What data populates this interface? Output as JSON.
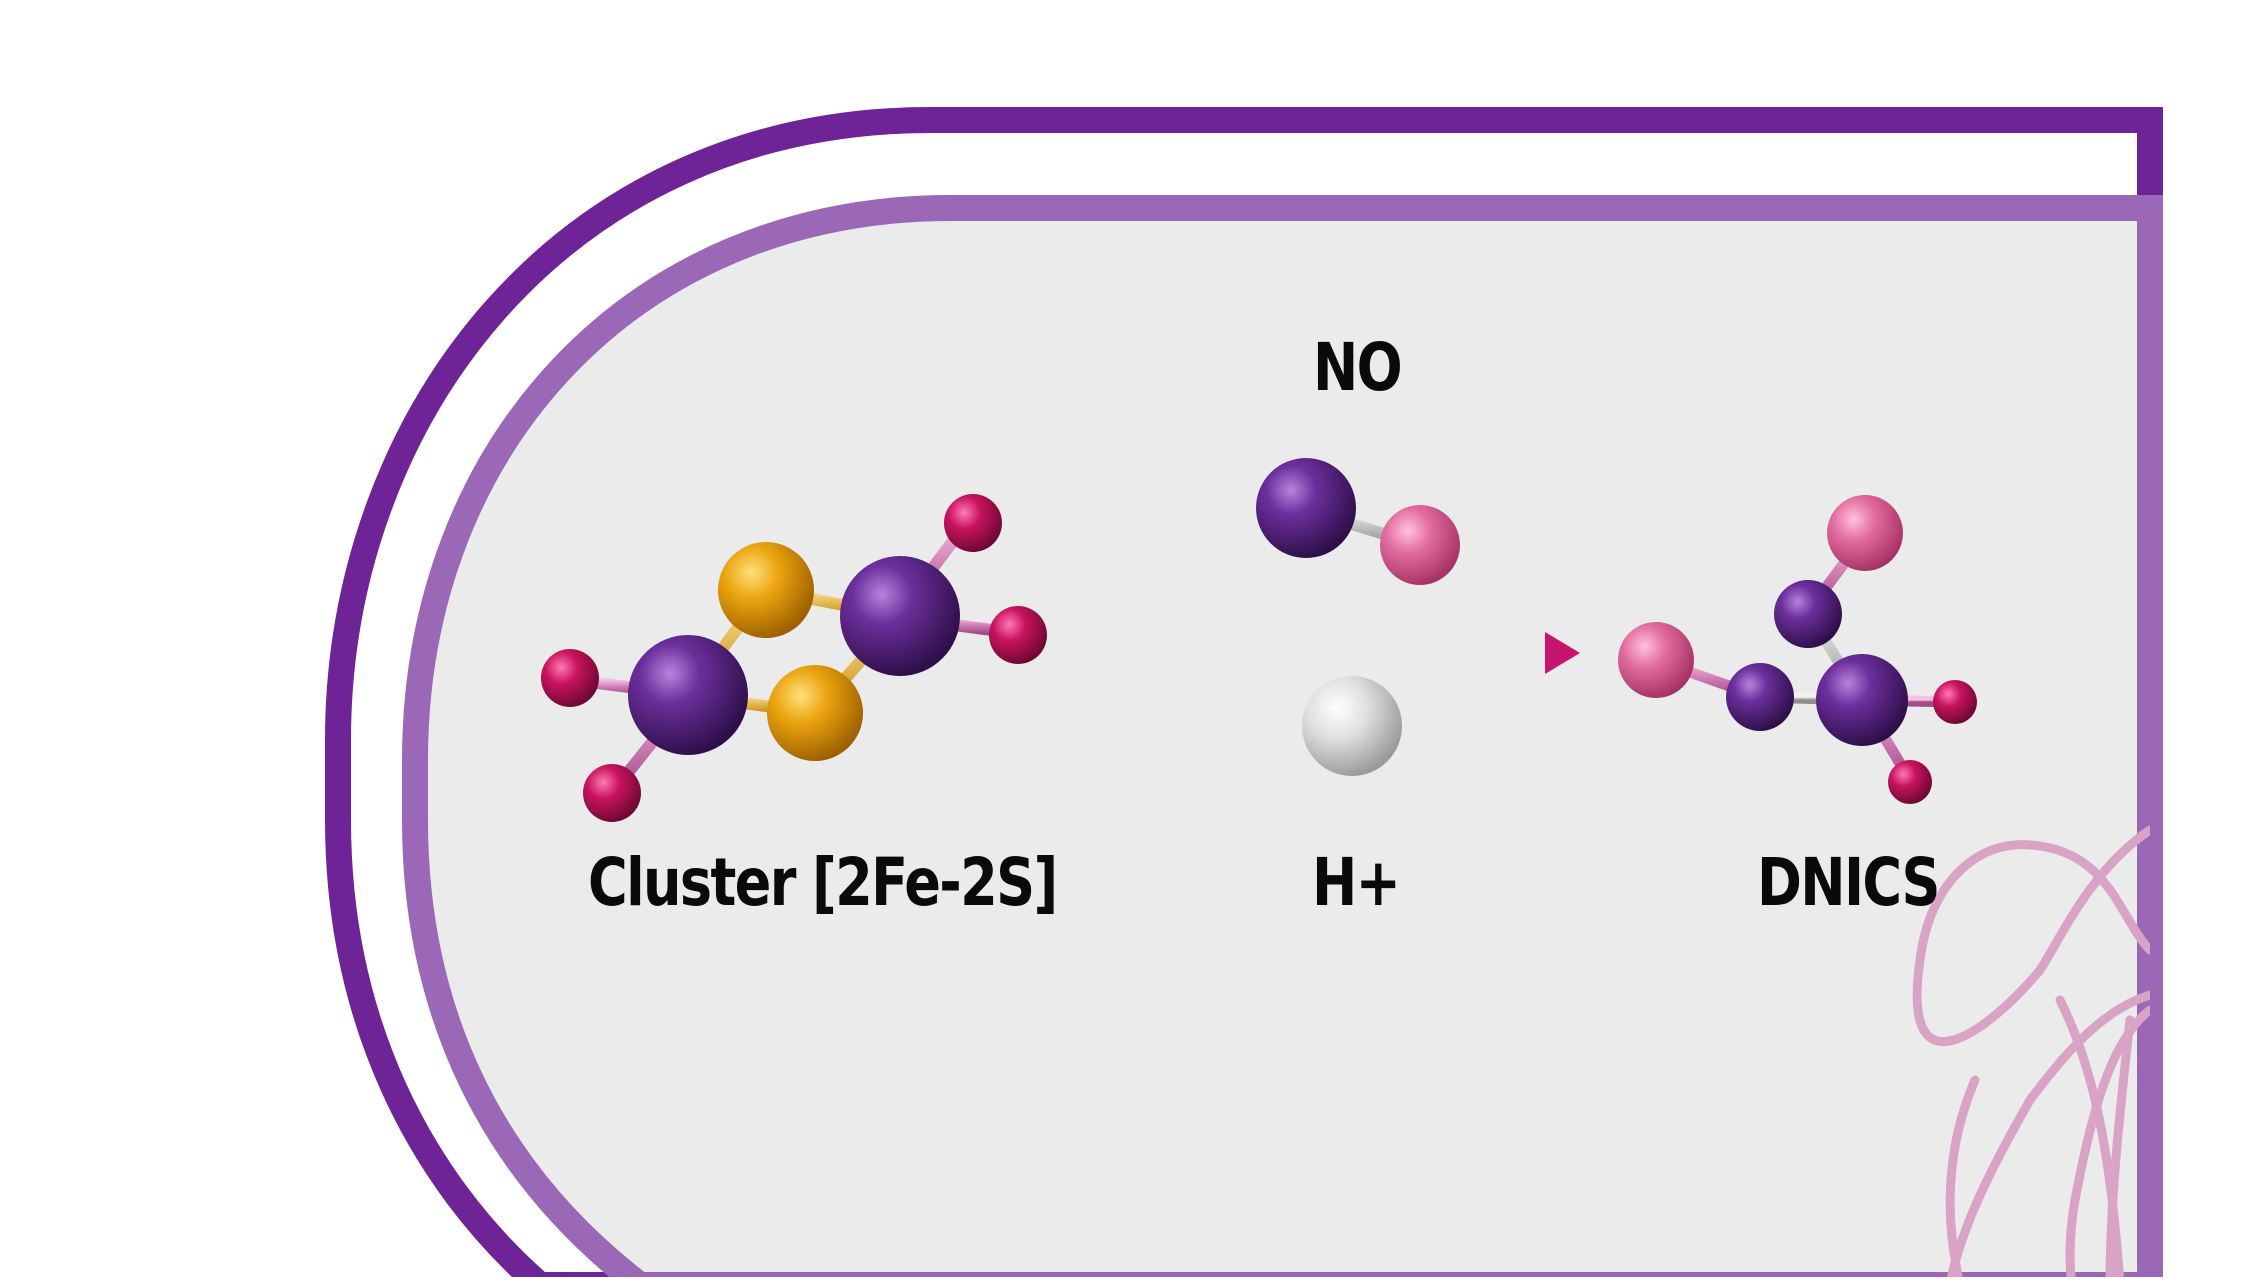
{
  "labels": {
    "reagent_top": "NO",
    "reagent_bottom": "H+",
    "left_molecule": "Cluster [2Fe-2S]",
    "right_molecule": "DNICS"
  },
  "colors": {
    "outer_frame": "#6e2396",
    "inner_frame": "#9a68b6",
    "panel": "#ebebeb",
    "iron_purple": "#4f2277",
    "sulfur_orange": "#e29b0b",
    "ligand_magenta": "#c1125b",
    "nitrogen_pink": "#e16699",
    "hydrogen_white": "#d9d9d9",
    "arrow": "#c8146c",
    "doodle": "#d9a3c6"
  },
  "icons": {
    "reaction_arrow": "right-arrow-icon",
    "background_decoration": "pink-flower-outline"
  }
}
